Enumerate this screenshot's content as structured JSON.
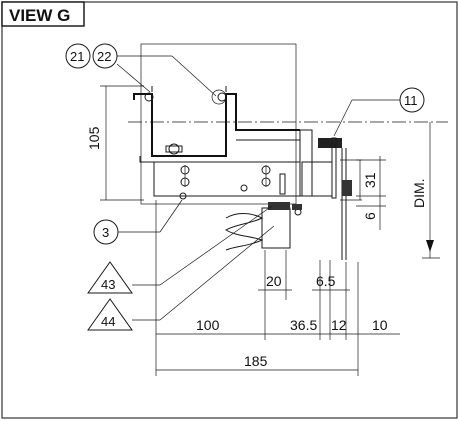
{
  "view_title": "VIEW G",
  "callouts": {
    "c21": "21",
    "c22": "22",
    "c11": "11",
    "c3": "3",
    "c43": "43",
    "c44": "44"
  },
  "dimensions": {
    "h105": "105",
    "h31": "31",
    "h6": "6",
    "dim_label": "DIM.",
    "w20": "20",
    "w6_5": "6.5",
    "w100": "100",
    "w36_5": "36.5",
    "w12": "12",
    "w10": "10",
    "w185": "185"
  }
}
